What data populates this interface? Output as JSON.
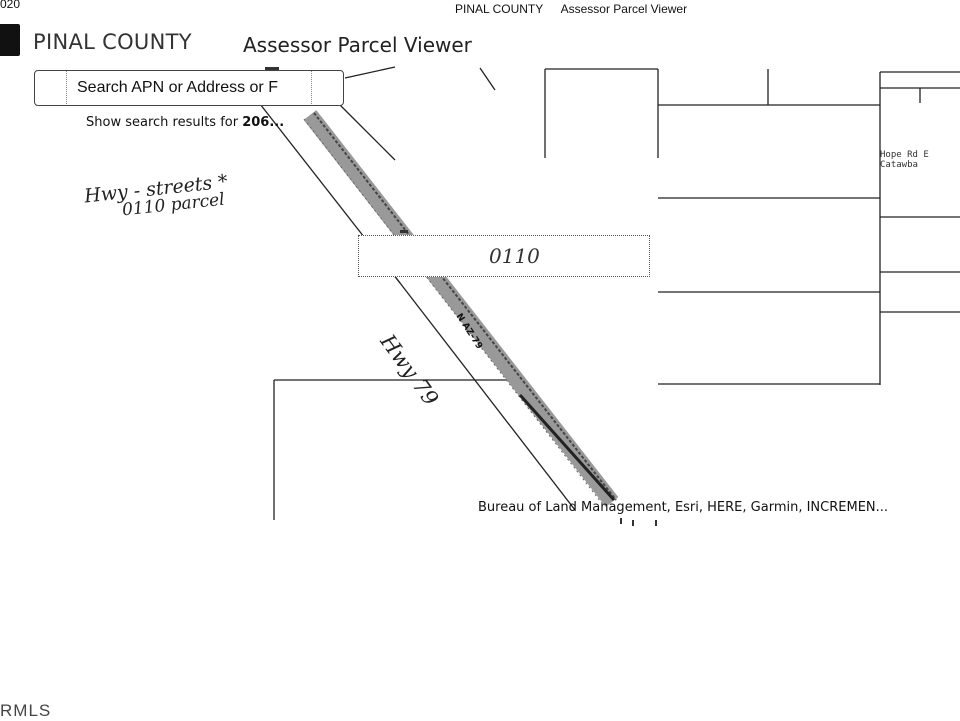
{
  "print_header": {
    "date_fragment": "020",
    "county": "PINAL COUNTY",
    "viewer": "Assessor Parcel Viewer"
  },
  "app": {
    "county": "PINAL COUNTY",
    "title": "Assessor Parcel Viewer"
  },
  "search": {
    "placeholder": "Search APN or Address or F",
    "suggestion_prefix": "Show search results for ",
    "suggestion_query": "206..."
  },
  "map": {
    "handwritten_note_line1": "Hwy - streets *",
    "handwritten_note_line2": "0110 parcel",
    "parcel_label": "0110",
    "highway_label": "Hwy 79",
    "road_label": "N AZ-79",
    "street_label": "Hope Rd",
    "street_label_2": "E Catawba"
  },
  "attribution": "Bureau of Land Management, Esri, HERE, Garmin, INCREMEN...",
  "footer_mark": "RMLS"
}
